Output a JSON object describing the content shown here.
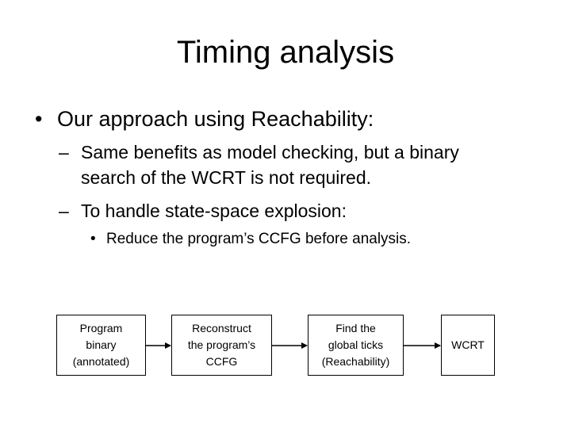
{
  "slide": {
    "title": "Timing analysis",
    "bullets": [
      {
        "marker": "•",
        "text": "Our approach using Reachability:"
      },
      {
        "marker": "–",
        "text": "Same benefits as model checking, but a binary search of the WCRT is not required."
      },
      {
        "marker": "–",
        "text": "To handle state-space explosion:"
      },
      {
        "marker": "•",
        "text": "Reduce the program’s CCFG before analysis."
      }
    ]
  },
  "flow": {
    "steps": [
      {
        "label": "Program\nbinary\n(annotated)"
      },
      {
        "label": "Reconstruct\nthe program’s\nCCFG"
      },
      {
        "label": "Find the\nglobal ticks\n(Reachability)"
      },
      {
        "label": "WCRT"
      }
    ]
  }
}
